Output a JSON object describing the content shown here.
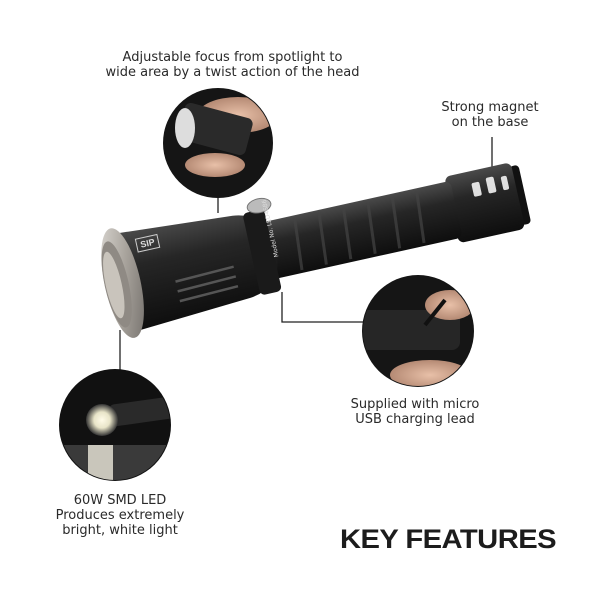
{
  "captions": {
    "focus": "Adjustable focus from spotlight to\nwide area by a twist action of the head",
    "magnet": "Strong magnet\non the base",
    "usb": "Supplied with micro\nUSB charging lead",
    "led": "60W SMD LED\nProduces extremely\nbright, white light"
  },
  "title": "KEY FEATURES",
  "product_markings": {
    "model": "Model No. LED4686",
    "brand": "SIP"
  },
  "colors": {
    "body": "#1e1e1e",
    "bezel": "#b8b4ae",
    "text": "#2a2a2a"
  }
}
